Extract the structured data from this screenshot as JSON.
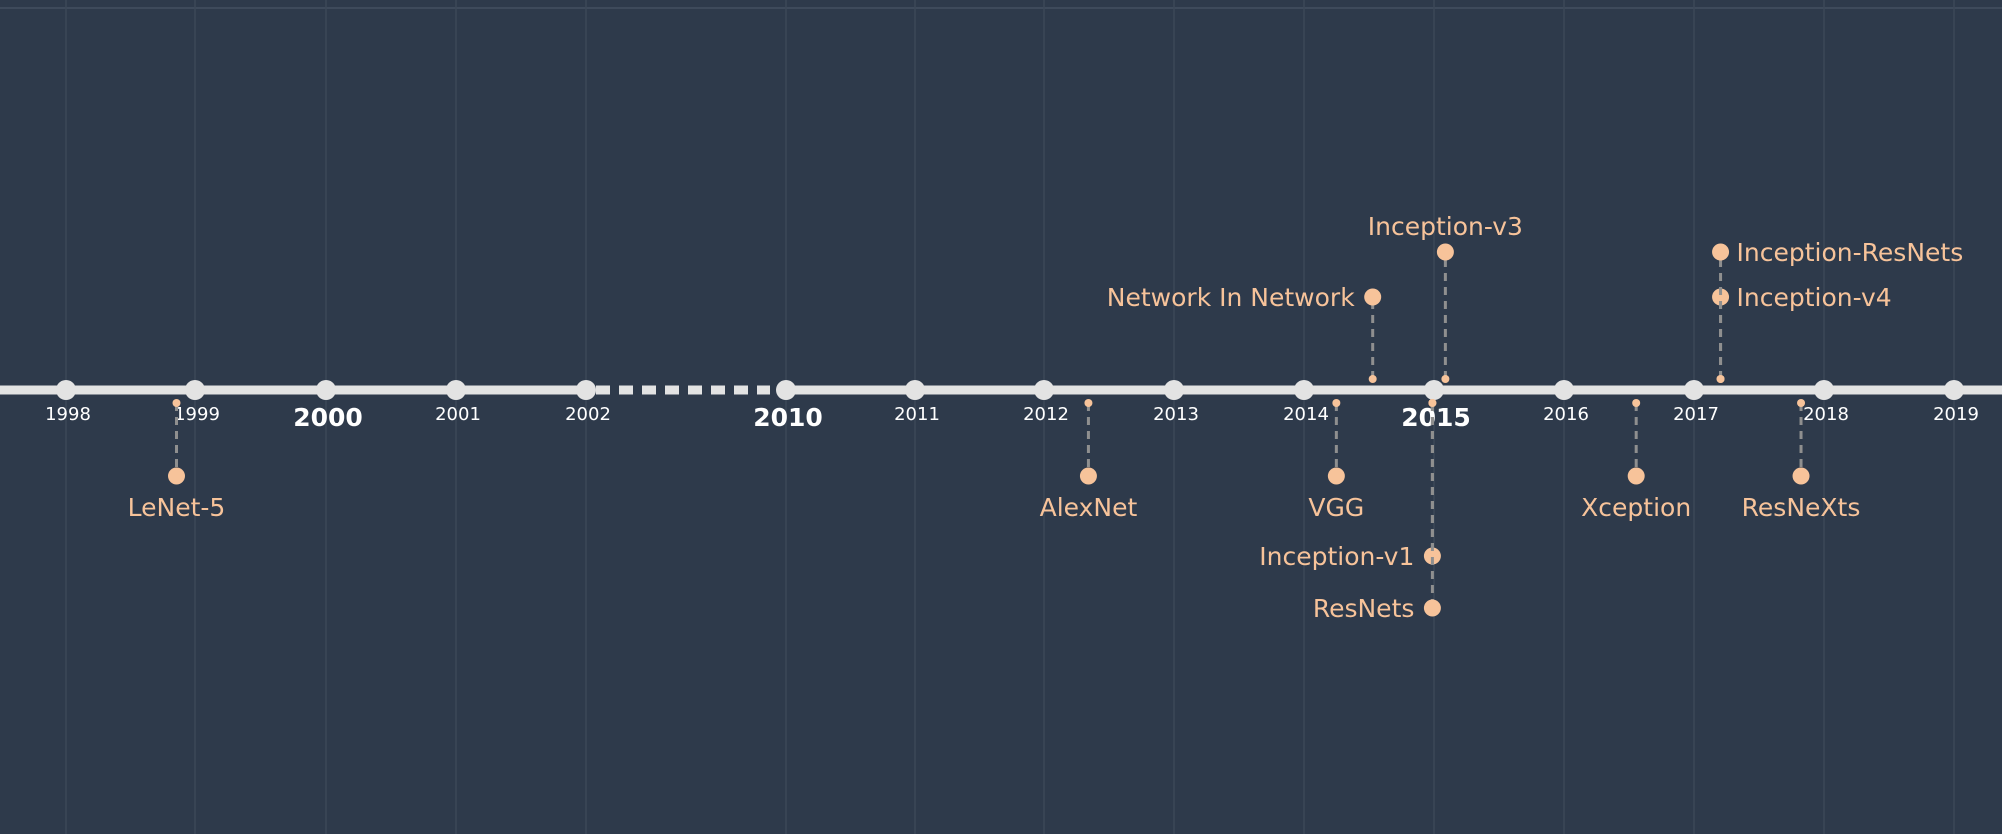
{
  "timeline": {
    "colors": {
      "background": "#2e3a4b",
      "axis": "#e3e3e3",
      "event": "#f7c39a",
      "stem": "#8f8f8f",
      "year_text": "#ffffff"
    },
    "years": [
      {
        "label": "1998",
        "major": false
      },
      {
        "label": "1999",
        "major": false
      },
      {
        "label": "2000",
        "major": true
      },
      {
        "label": "2001",
        "major": false
      },
      {
        "label": "2002",
        "major": false
      },
      {
        "label": "2010",
        "major": true
      },
      {
        "label": "2011",
        "major": false
      },
      {
        "label": "2012",
        "major": false
      },
      {
        "label": "2013",
        "major": false
      },
      {
        "label": "2014",
        "major": false
      },
      {
        "label": "2015",
        "major": true
      },
      {
        "label": "2016",
        "major": false
      },
      {
        "label": "2017",
        "major": false
      },
      {
        "label": "2018",
        "major": false
      },
      {
        "label": "2019",
        "major": false
      }
    ],
    "events": [
      {
        "name": "LeNet-5",
        "year": 1998.85,
        "side": "below",
        "level": 1
      },
      {
        "name": "AlexNet",
        "year": 2012.33,
        "side": "below",
        "level": 1
      },
      {
        "name": "Network In Network",
        "year": 2014.52,
        "side": "above",
        "level": 1
      },
      {
        "name": "VGG",
        "year": 2014.24,
        "side": "below",
        "level": 1
      },
      {
        "name": "Inception-v1",
        "year": 2014.98,
        "side": "below",
        "level": 2
      },
      {
        "name": "ResNets",
        "year": 2014.98,
        "side": "below",
        "level": 3
      },
      {
        "name": "Inception-v3",
        "year": 2015.08,
        "side": "above",
        "level": 2
      },
      {
        "name": "Xception",
        "year": 2016.55,
        "side": "below",
        "level": 1
      },
      {
        "name": "Inception-v4",
        "year": 2017.2,
        "side": "above",
        "level": 1
      },
      {
        "name": "Inception-ResNets",
        "year": 2017.2,
        "side": "above",
        "level": 2
      },
      {
        "name": "ResNeXts",
        "year": 2017.82,
        "side": "below",
        "level": 1
      }
    ]
  }
}
